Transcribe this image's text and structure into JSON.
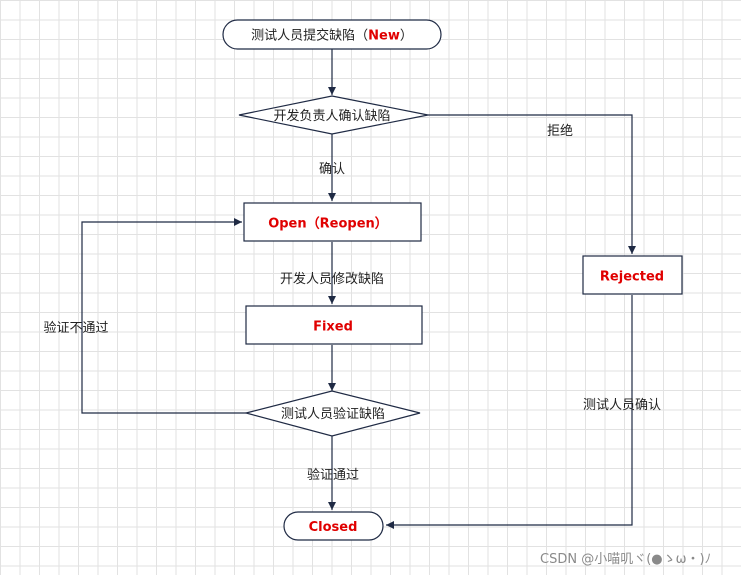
{
  "nodes": {
    "submit": {
      "prefix": "测试人员提交缺陷（",
      "state": "New",
      "suffix": "）"
    },
    "dev_confirm": "开发负责人确认缺陷",
    "open": {
      "state": "Open",
      "suffix": "（Reopen）"
    },
    "fixed": "Fixed",
    "tester_verify": "测试人员验证缺陷",
    "closed": "Closed",
    "rejected": "Rejected"
  },
  "edges": {
    "confirm": "确认",
    "reject": "拒绝",
    "dev_fix": "开发人员修改缺陷",
    "verify_fail": "验证不通过",
    "verify_pass": "验证通过",
    "tester_confirm": "测试人员确认"
  },
  "colors": {
    "state_highlight": "#e00000",
    "stroke": "#1f2a44",
    "grid": "#e2e2e2"
  },
  "watermark": "CSDN @小喵叽ヾ(●ゝω・)ﾉ"
}
